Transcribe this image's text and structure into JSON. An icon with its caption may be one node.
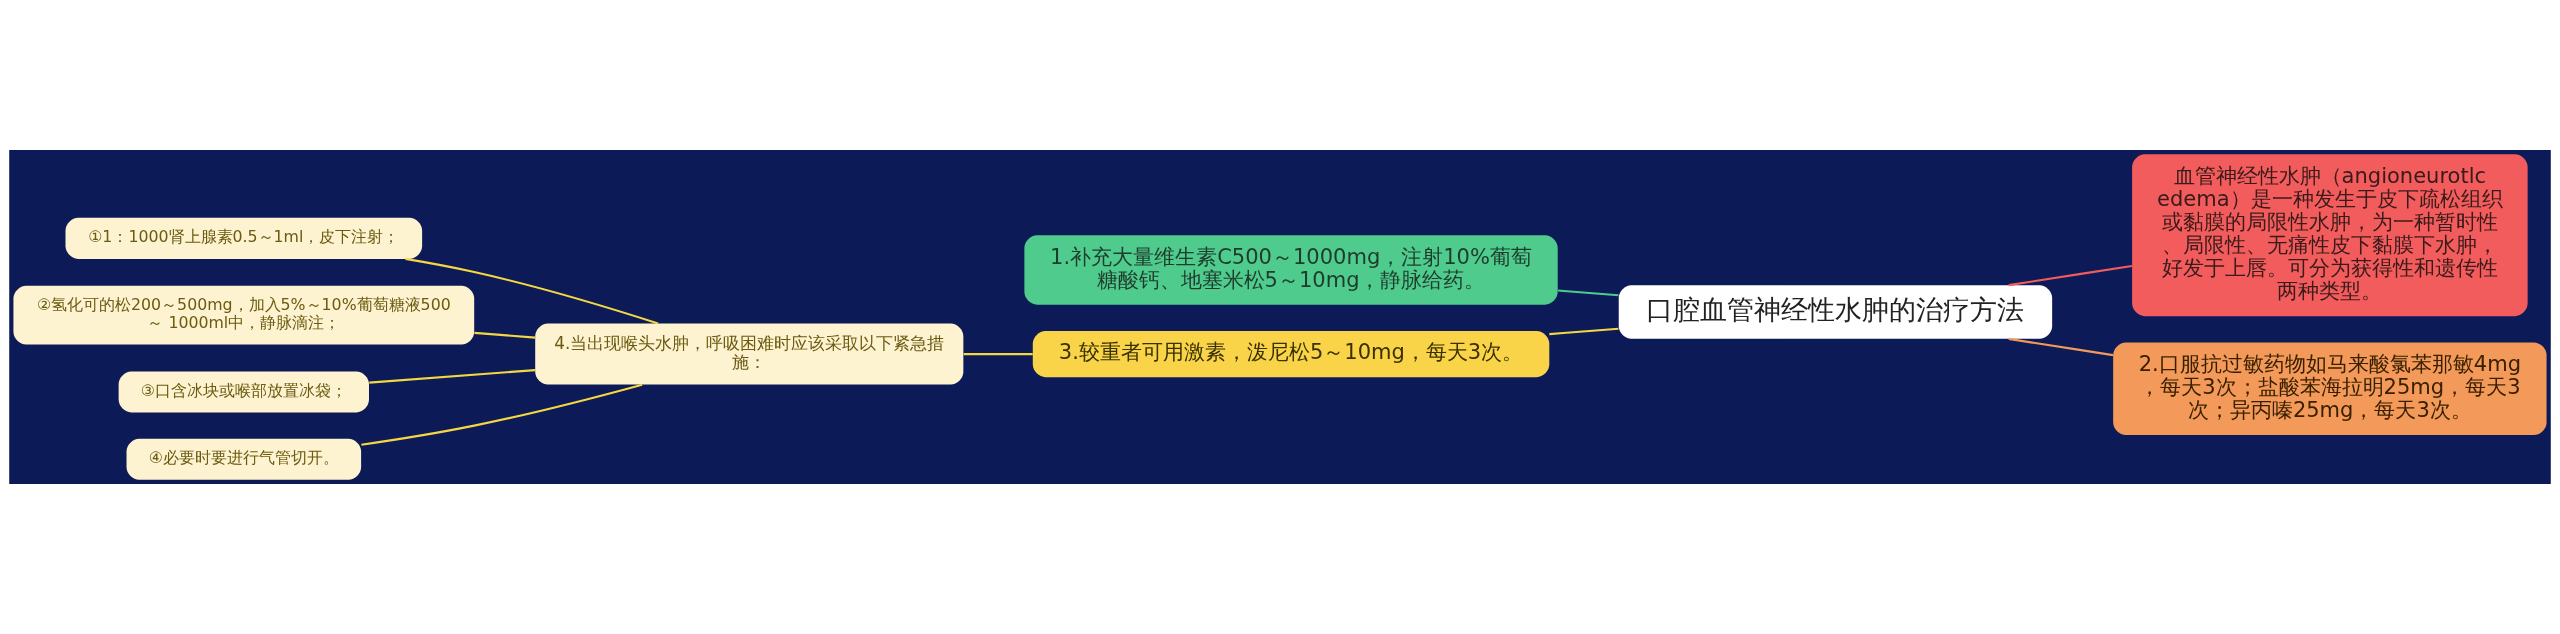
{
  "diagram": {
    "nodes": [
      {
        "text": [
          "口腔血管神经性水肿的治疗方法"
        ]
      },
      {
        "text": [
          "1.补充大量维生素C500～1000mg，注射10%葡萄糖酸钙、地塞米松5～10mg，静脉给药。"
        ]
      },
      {
        "text": [
          "血管神经性水肿（angioneurotlc edema）是一种发生于皮下疏松组织或黏膜的局限性水肿，为一种暂时性、局限性、无痛性皮下黏膜下水肿，好发于上唇。可分为获得性和遗传性两种类型。"
        ]
      },
      {
        "text": [
          "3.较重者可用激素，泼尼松5～10mg，每天3次。"
        ]
      },
      {
        "text": [
          "2.口服抗过敏药物如马来酸氯苯那敏4mg，每天3次；盐酸苯海拉明25mg，每天3次；异丙嗪25mg，每天3次。"
        ]
      },
      {
        "text": [
          "4.当出现喉头水肿，呼吸困难时应该采取以下紧急措施："
        ]
      },
      {
        "text": [
          "①1：1000肾上腺素0.5～1ml，皮下注射；"
        ]
      },
      {
        "text": [
          "②氢化可的松200～500mg，加入5%～10%葡萄糖液500～ 1000ml中，静脉滴注；"
        ]
      },
      {
        "text": [
          "③口含冰块或喉部放置冰袋；"
        ]
      },
      {
        "text": [
          "④必要时要进行气管切开。"
        ]
      }
    ],
    "edges": [
      {
        "from": 0,
        "to": 1,
        "arrow": "none",
        "color": "#4ecb8d"
      },
      {
        "from": 0,
        "to": 2,
        "arrow": "none",
        "color": "#f25c5c"
      },
      {
        "from": 0,
        "to": 3,
        "arrow": "none"
      },
      {
        "from": 0,
        "to": 4,
        "arrow": "none",
        "color": "#f39a5a"
      },
      {
        "from": 3,
        "to": 5,
        "arrow": "none"
      },
      {
        "from": 5,
        "to": 6,
        "arrow": "none"
      },
      {
        "from": 5,
        "to": 7,
        "arrow": "none"
      },
      {
        "from": 5,
        "to": 8,
        "arrow": "none"
      },
      {
        "from": 5,
        "to": 9,
        "arrow": "none"
      }
    ]
  }
}
